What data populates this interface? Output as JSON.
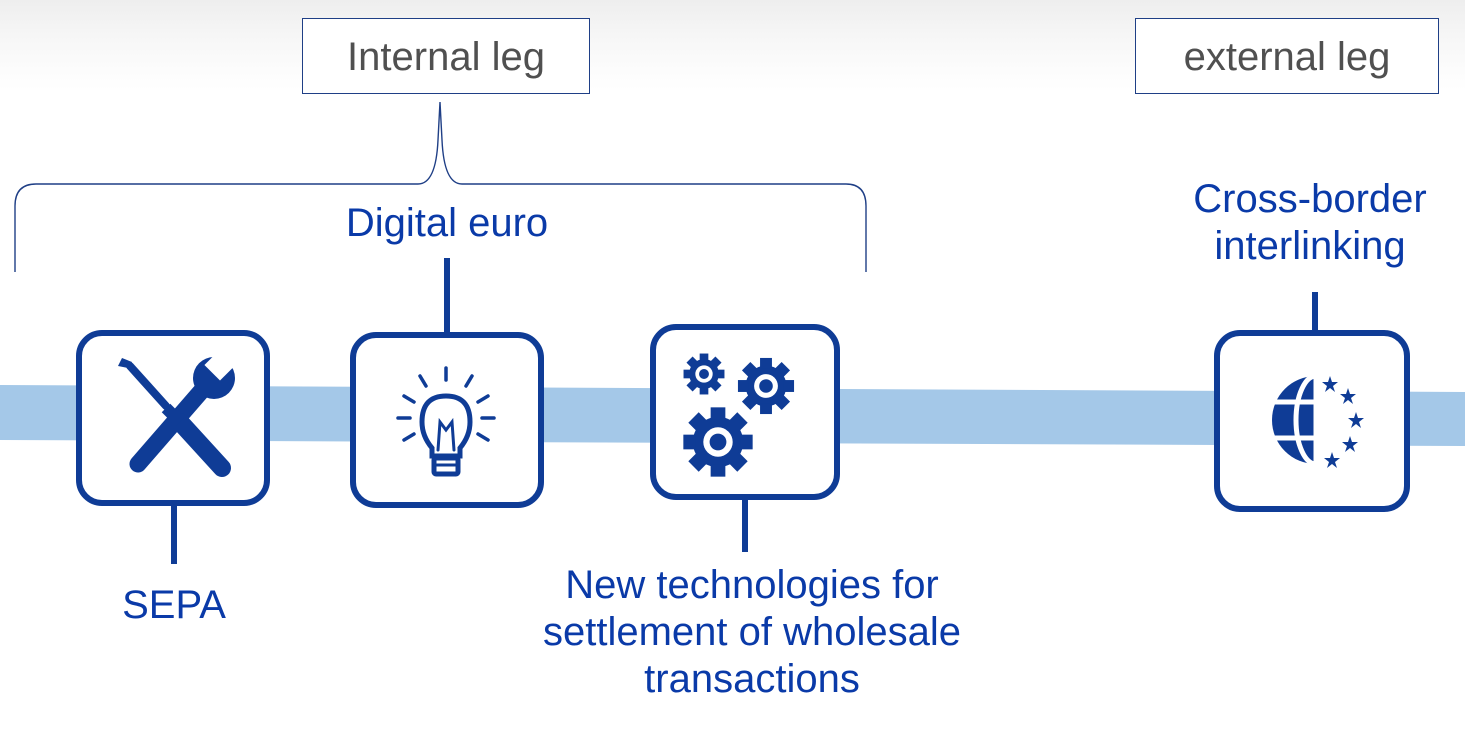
{
  "legs": {
    "internal": "Internal leg",
    "external": "external leg"
  },
  "captions": {
    "digital_euro": "Digital euro",
    "cross_border": [
      "Cross-border",
      "interlinking"
    ],
    "sepa": "SEPA",
    "new_tech": [
      "New technologies for",
      "settlement of wholesale",
      "transactions"
    ]
  },
  "icons": {
    "sepa": "wrench-screwdriver-icon",
    "digital_euro": "lightbulb-icon",
    "new_tech": "gears-icon",
    "cross_border": "globe-eu-stars-icon"
  },
  "colors": {
    "primary_blue": "#0f3c96",
    "caption_blue": "#0a3aa8",
    "band_blue": "#a4c8e8",
    "label_text": "#505050",
    "bracket": "#1f3f86"
  }
}
